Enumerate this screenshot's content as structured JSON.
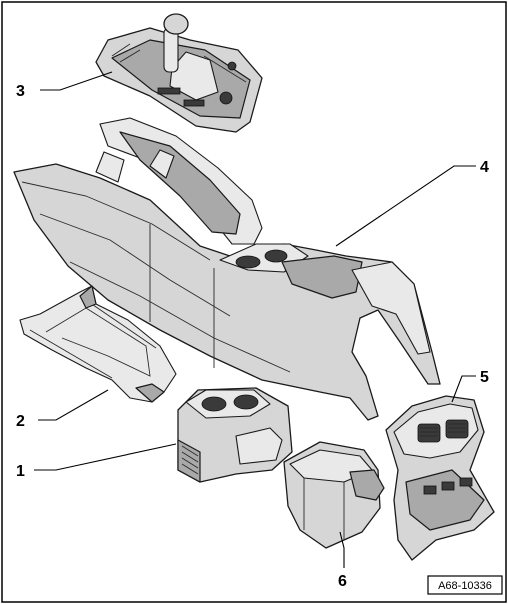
{
  "callouts": [
    {
      "number": "1",
      "part": "cup-holder-insert"
    },
    {
      "number": "2",
      "part": "bracket"
    },
    {
      "number": "3",
      "part": "gear-selector-trim-panel"
    },
    {
      "number": "4",
      "part": "center-console"
    },
    {
      "number": "5",
      "part": "rear-vent-panel"
    },
    {
      "number": "6",
      "part": "storage-bin"
    }
  ],
  "reference_code": "A68-10336"
}
